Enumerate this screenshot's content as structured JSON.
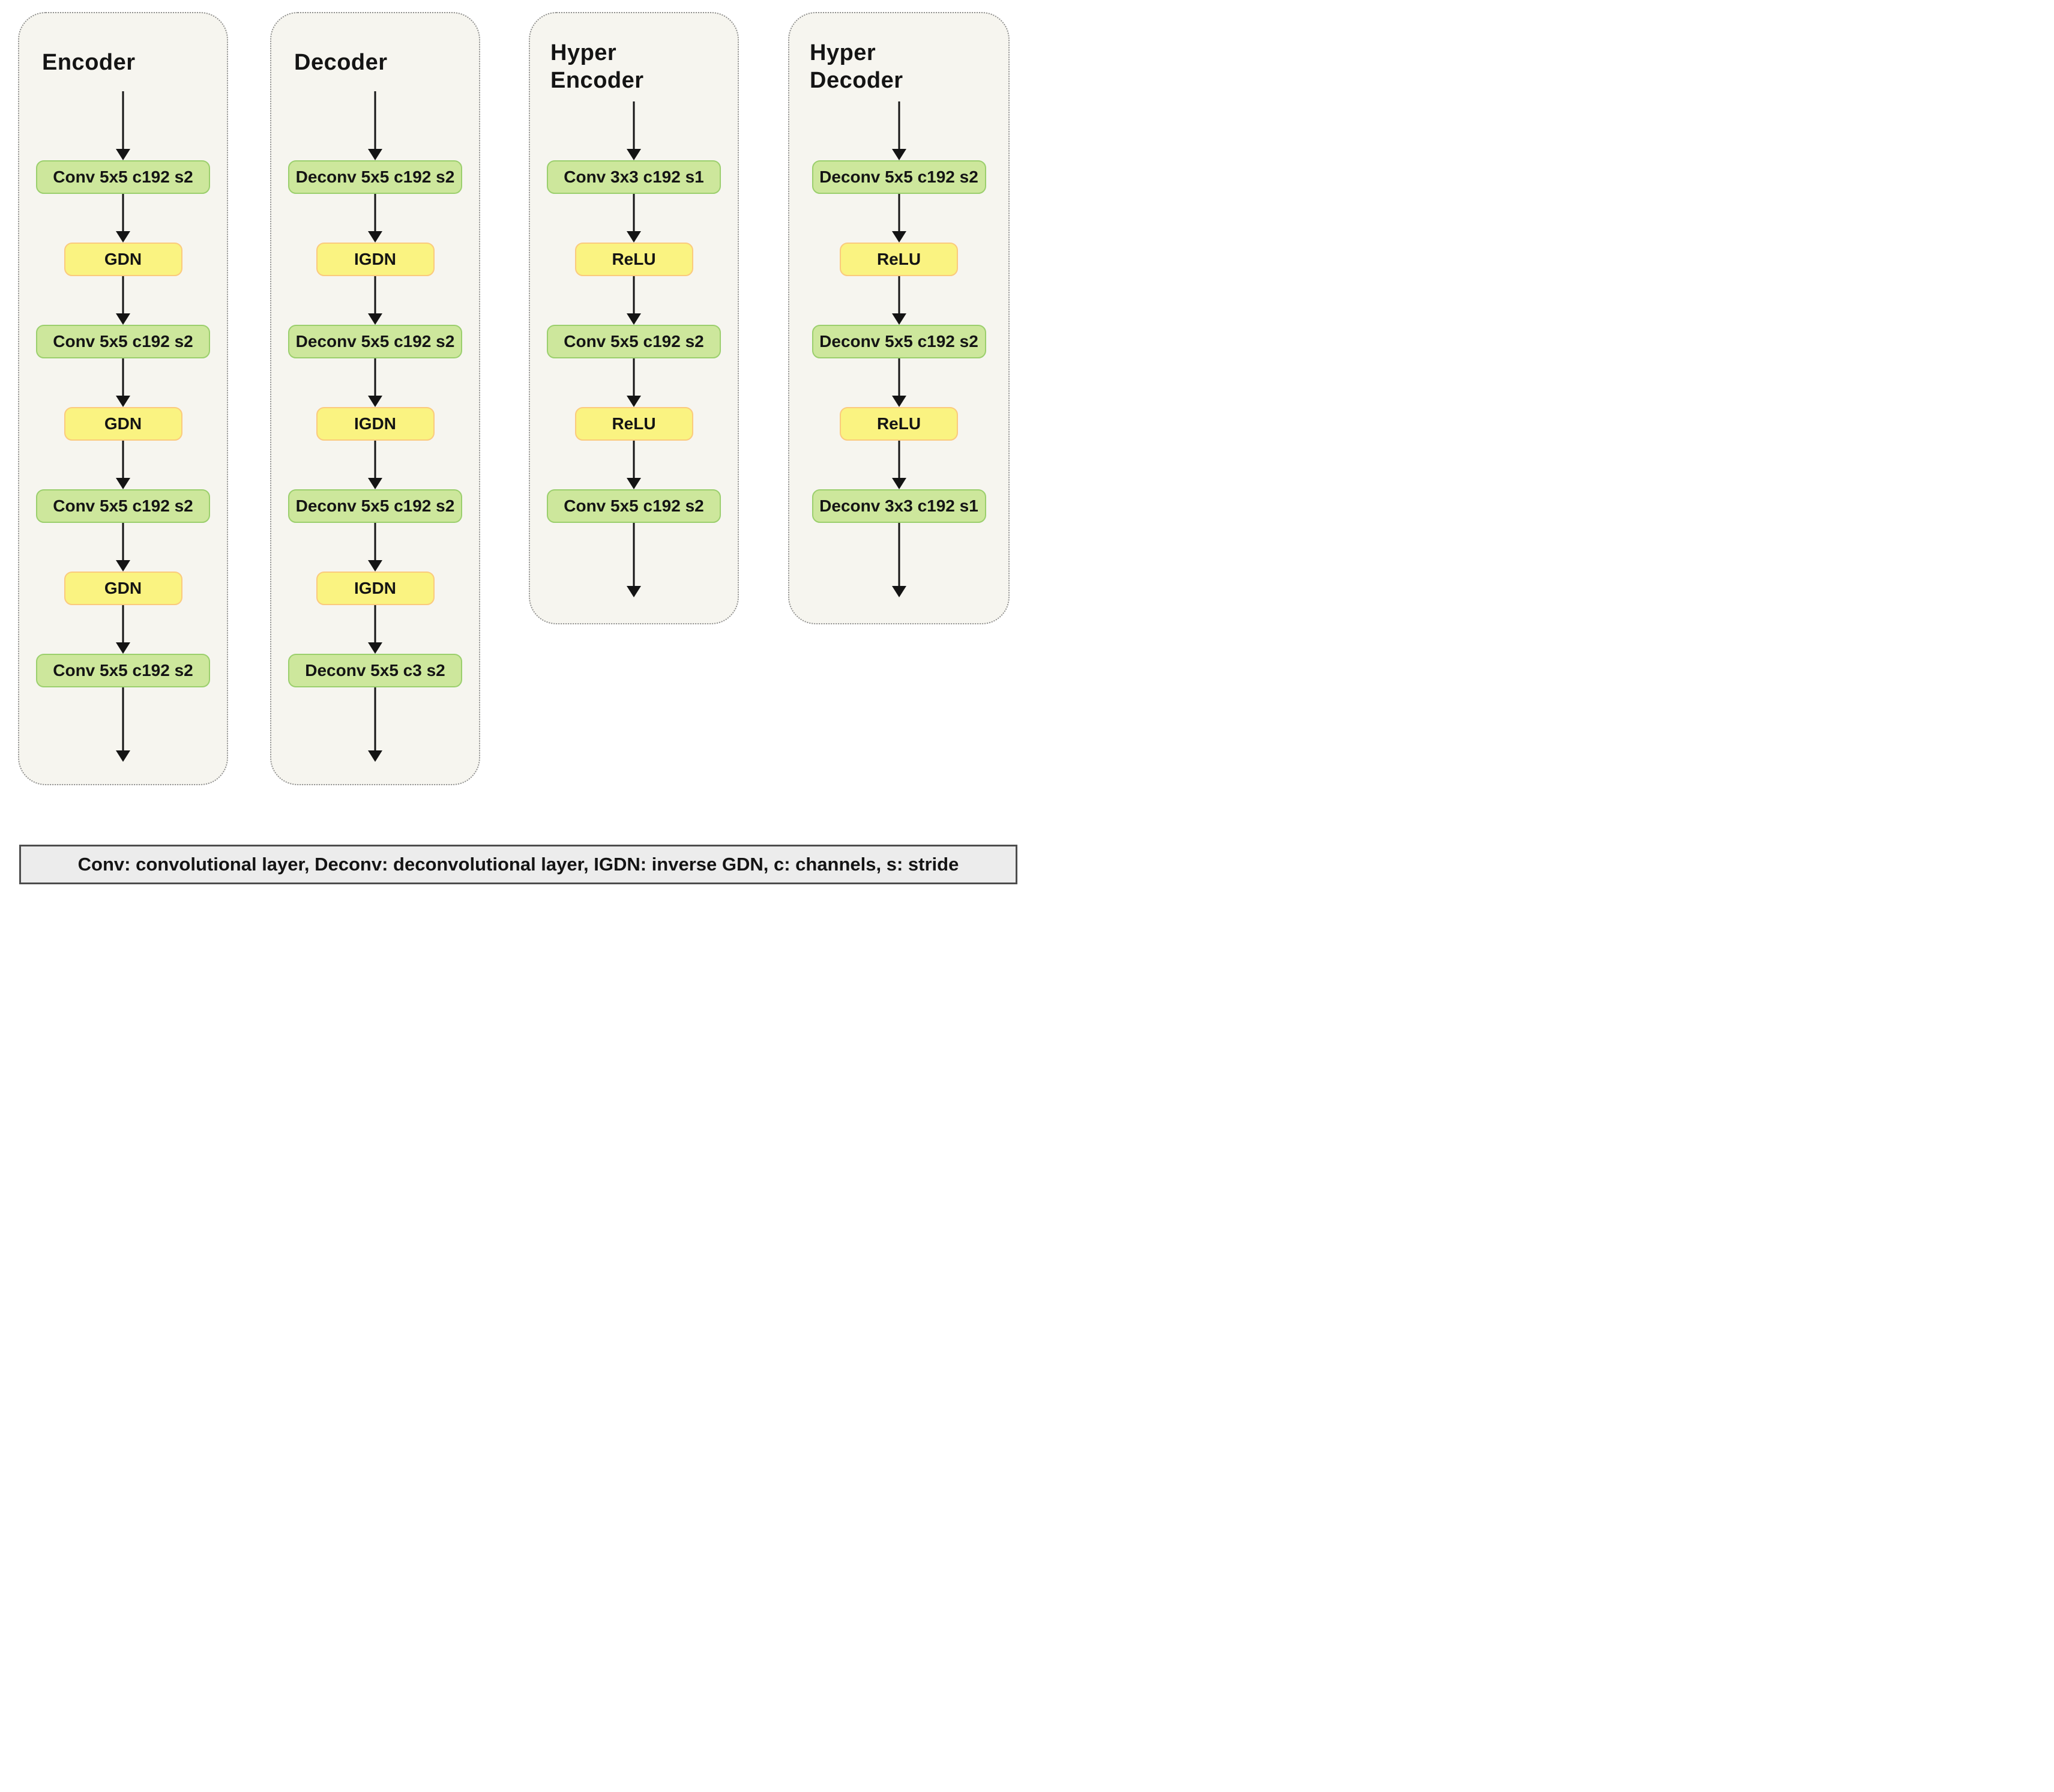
{
  "colors": {
    "page_bg": "#ffffff",
    "panel_fill": "#f6f5ef",
    "panel_border": "#909090",
    "green_fill": "#cde79c",
    "green_border": "#9bcf6d",
    "yellow_fill": "#faf381",
    "yellow_border": "#fbca7d",
    "legend_fill": "#ececec",
    "legend_border": "#4d4d4d",
    "ink": "#141414"
  },
  "panels": [
    {
      "id": "encoder",
      "title": "Encoder",
      "title_lines": [
        "Encoder"
      ],
      "nodes": [
        {
          "type": "layer",
          "label": "Conv 5x5 c192 s2"
        },
        {
          "type": "activation",
          "label": "GDN"
        },
        {
          "type": "layer",
          "label": "Conv 5x5 c192 s2"
        },
        {
          "type": "activation",
          "label": "GDN"
        },
        {
          "type": "layer",
          "label": "Conv 5x5 c192 s2"
        },
        {
          "type": "activation",
          "label": "GDN"
        },
        {
          "type": "layer",
          "label": "Conv 5x5 c192 s2"
        }
      ]
    },
    {
      "id": "decoder",
      "title": "Decoder",
      "title_lines": [
        "Decoder"
      ],
      "nodes": [
        {
          "type": "layer",
          "label": "Deconv 5x5 c192 s2"
        },
        {
          "type": "activation",
          "label": "IGDN"
        },
        {
          "type": "layer",
          "label": "Deconv 5x5 c192 s2"
        },
        {
          "type": "activation",
          "label": "IGDN"
        },
        {
          "type": "layer",
          "label": "Deconv 5x5 c192 s2"
        },
        {
          "type": "activation",
          "label": "IGDN"
        },
        {
          "type": "layer",
          "label": "Deconv 5x5 c3 s2"
        }
      ]
    },
    {
      "id": "hyper-encoder",
      "title": "Hyper Encoder",
      "title_lines": [
        "Hyper",
        "Encoder"
      ],
      "nodes": [
        {
          "type": "layer",
          "label": "Conv 3x3 c192 s1"
        },
        {
          "type": "activation",
          "label": "ReLU"
        },
        {
          "type": "layer",
          "label": "Conv 5x5 c192 s2"
        },
        {
          "type": "activation",
          "label": "ReLU"
        },
        {
          "type": "layer",
          "label": "Conv 5x5 c192 s2"
        }
      ]
    },
    {
      "id": "hyper-decoder",
      "title": "Hyper Decoder",
      "title_lines": [
        "Hyper",
        "Decoder"
      ],
      "nodes": [
        {
          "type": "layer",
          "label": "Deconv 5x5 c192 s2"
        },
        {
          "type": "activation",
          "label": "ReLU"
        },
        {
          "type": "layer",
          "label": "Deconv 5x5 c192 s2"
        },
        {
          "type": "activation",
          "label": "ReLU"
        },
        {
          "type": "layer",
          "label": "Deconv 3x3 c192 s1"
        }
      ]
    }
  ],
  "legend": {
    "text": "Conv: convolutional layer, Deconv: deconvolutional layer, IGDN: inverse GDN, c: channels, s: stride"
  }
}
